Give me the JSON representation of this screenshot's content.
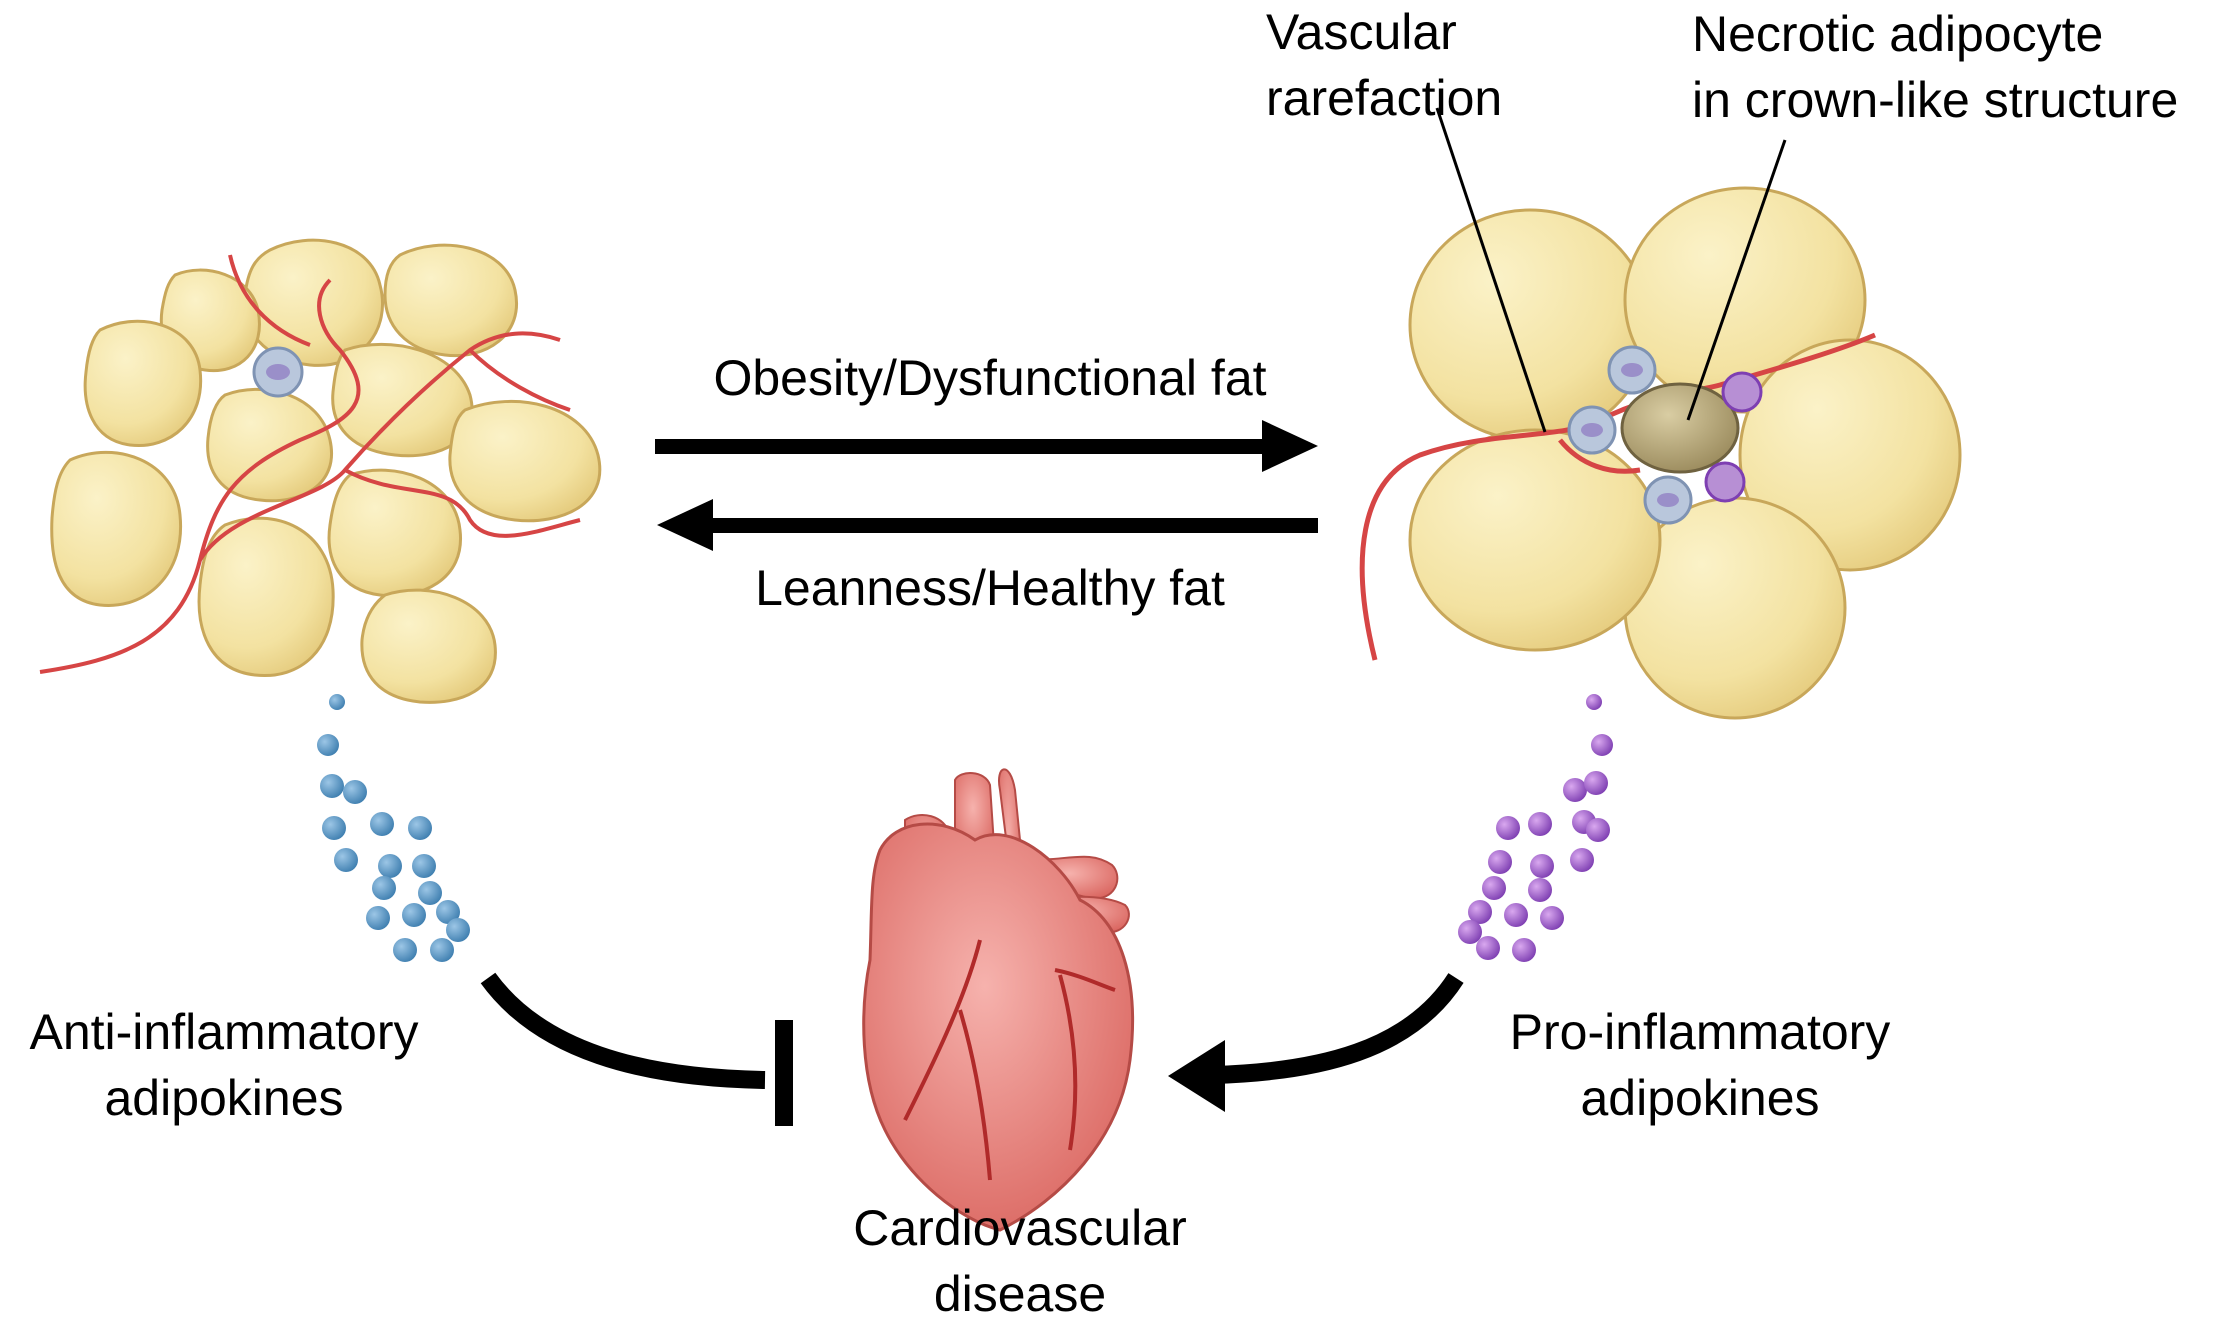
{
  "labels": {
    "obesity": "Obesity/Dysfunctional fat",
    "leanness": "Leanness/Healthy fat",
    "vascular_line1": "Vascular",
    "vascular_line2": "rarefaction",
    "necrotic_line1": "Necrotic adipocyte",
    "necrotic_line2": "in crown-like structure",
    "anti_line1": "Anti-inflammatory",
    "anti_line2": "adipokines",
    "pro_line1": "Pro-inflammatory",
    "pro_line2": "adipokines",
    "cvd_line1": "Cardiovascular",
    "cvd_line2": "disease"
  },
  "colors": {
    "adipocyte_fill": "#f3e2a1",
    "adipocyte_stroke": "#c8a75a",
    "vessel": "#d64545",
    "anti_dots": "#5b9bc8",
    "pro_dots": "#9b59c8",
    "heart": "#e98a86",
    "arrow": "#000000"
  },
  "icons": {
    "heart": "heart-icon",
    "macrophage": "macrophage-icon",
    "adipocyte": "adipocyte-icon"
  }
}
